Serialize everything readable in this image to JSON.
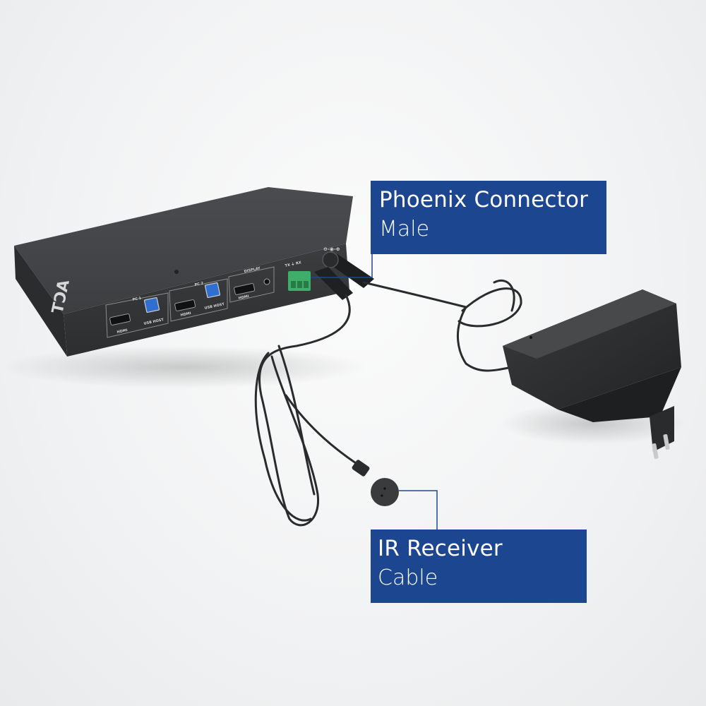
{
  "callouts": {
    "phoenix": {
      "title": "Phoenix Connector",
      "subtitle": "Male"
    },
    "ir": {
      "title": "IR Receiver",
      "subtitle": "Cable"
    }
  },
  "device": {
    "brand": "ACT",
    "groups": [
      {
        "label": "PC 1",
        "ports": [
          "HDMI",
          "USB HOST"
        ]
      },
      {
        "label": "PC 2",
        "ports": [
          "HDMI",
          "USB HOST"
        ]
      },
      {
        "label": "DISPLAY",
        "ports": [
          "HDMI"
        ]
      }
    ],
    "phoenix_label": "TX ⏚ RX"
  },
  "colors": {
    "callout_bg": "#1d4690",
    "callout_text": "#ffffff",
    "device_body": "#3a3c3e",
    "phoenix_green": "#3fae6b",
    "usb_blue": "#2f6fd0"
  }
}
